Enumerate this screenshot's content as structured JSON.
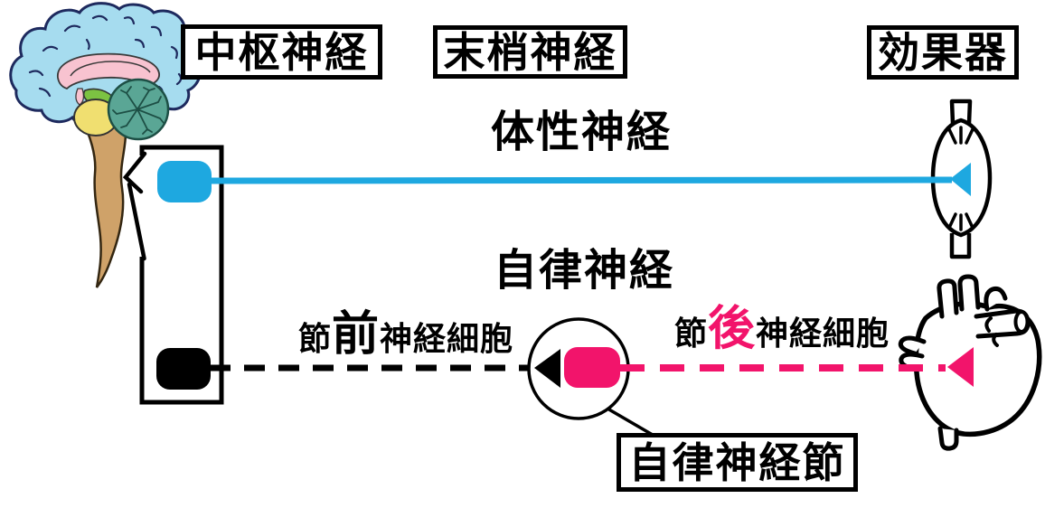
{
  "labels": {
    "cns": "中枢神経",
    "pns": "末梢神経",
    "effector": "効果器",
    "somatic": "体性神経",
    "autonomic": "自律神経",
    "ganglion": "自律神経節",
    "pre": {
      "prefix": "節",
      "emph": "前",
      "suffix": "神経細胞"
    },
    "post": {
      "prefix": "節",
      "emph": "後",
      "suffix": "神経細胞"
    }
  },
  "colors": {
    "somatic_line": "#1ea8e0",
    "preganglionic_line": "#000000",
    "postganglionic_line": "#f2146b",
    "text": "#000000",
    "box_border": "#000000"
  },
  "icons": {
    "brain": "brain-icon",
    "skeletal_muscle": "muscle-icon",
    "heart": "heart-icon"
  }
}
